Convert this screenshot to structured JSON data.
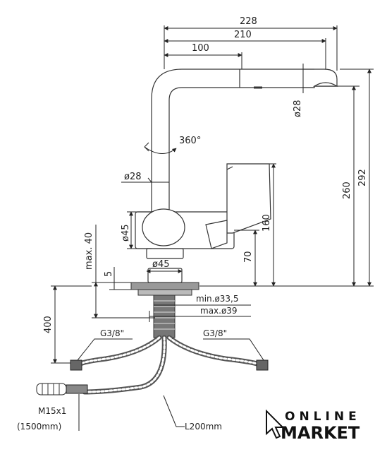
{
  "dimensions": {
    "w228": "228",
    "w210": "210",
    "w100": "100",
    "d28_spout": "ø28",
    "rot360": "360°",
    "d28_body": "ø28",
    "h260": "260",
    "h292": "292",
    "d45_body": "ø45",
    "h160": "160",
    "max40": "max. 40",
    "h70": "70",
    "h5": "5",
    "d45_base": "ø45",
    "min_hole": "min.ø33,5",
    "max_hole": "max.ø39",
    "h400": "400",
    "g38_left": "G3/8\"",
    "g38_right": "G3/8\"",
    "m15": "M15x1",
    "len1500": "(1500mm)",
    "l200": "L200mm"
  },
  "logo": {
    "line1": "ONLINE",
    "line2": "MARKET"
  }
}
